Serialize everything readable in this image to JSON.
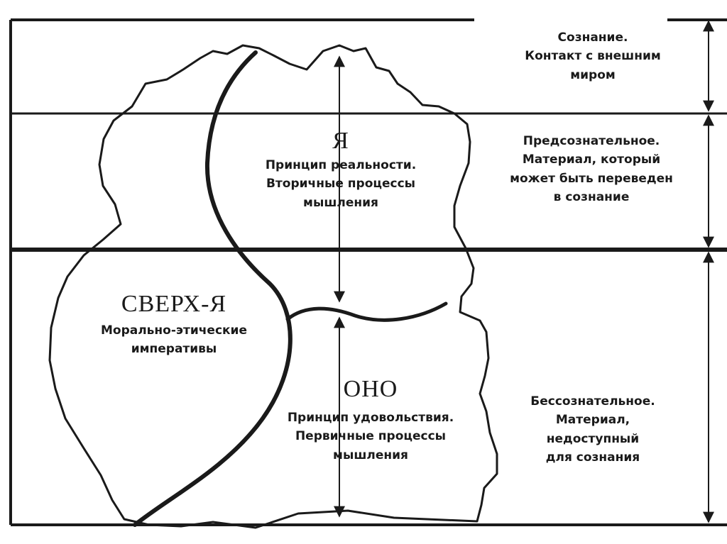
{
  "levels": {
    "conscious": {
      "title": "Сознание.",
      "lines": [
        "Контакт с внешним",
        "миром"
      ]
    },
    "preconscious": {
      "title": "Предсознательное.",
      "lines": [
        "Материал, который",
        "может  быть переведен",
        "в сознание"
      ]
    },
    "unconscious": {
      "title": "Бессознательное.",
      "lines": [
        "Материал,",
        "недоступный",
        "для сознания"
      ]
    }
  },
  "structures": {
    "ego": {
      "name": "Я",
      "lines": [
        "Принцип реальности.",
        "Вторичные процессы",
        "мышления"
      ]
    },
    "superego": {
      "name": "СВЕРХ-Я",
      "lines": [
        "Морально-этические",
        "императивы"
      ]
    },
    "id": {
      "name": "ОНО",
      "lines": [
        "Принцип удовольствия.",
        "Первичные процессы",
        "мышления"
      ]
    }
  },
  "colors": {
    "ink": "#1a1a1a",
    "background": "#ffffff"
  }
}
